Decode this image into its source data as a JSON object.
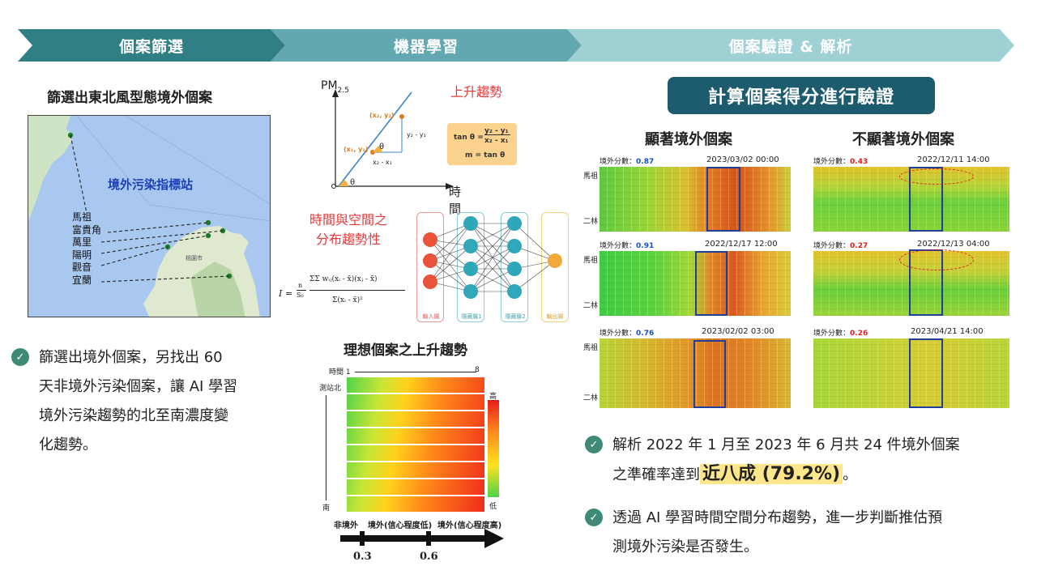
{
  "banner": {
    "step1": "個案篩選",
    "step2": "機器學習",
    "step3": "個案驗證 & 解析"
  },
  "left": {
    "title": "篩選出東北風型態境外個案",
    "map_title": "境外污染指標站",
    "map_city_label": "桃園市",
    "stations": [
      "馬祖",
      "富貴角",
      "萬里",
      "陽明",
      "觀音",
      "宜蘭"
    ],
    "bullet": [
      "篩選出境外個案，另找出 60",
      "天非境外污染個案，讓 AI 學習",
      "境外污染趨勢的北至南濃度變",
      "化趨勢。"
    ]
  },
  "middle": {
    "y_axis": "PM",
    "y_axis_sub": "2.5",
    "x_axis": "時間",
    "trend_label": "上升趨勢",
    "p2": "(x₂, y₂)",
    "p1": "(x₁, y₁)",
    "dy": "y₂ - y₁",
    "dx": "x₂ - x₁",
    "theta": "θ",
    "origin": "o",
    "formula_tan_lhs": "tan θ =",
    "formula_tan_num": "y₂ - y₁",
    "formula_tan_den": "x₂ - x₁",
    "formula_m": "m = tan θ",
    "spatial_label_1": "時間與空間之",
    "spatial_label_2": "分布趨勢性",
    "moran_lhs": "I =",
    "moran_num": "ΣΣ wᵢⱼ(xᵢ - x̄)(xⱼ - x̄)",
    "moran_den": "Σ(xᵢ - x̄)²",
    "moran_n": "n",
    "moran_s0": "S₀",
    "nn_input": "輸入層",
    "nn_hidden1": "隱藏層1",
    "nn_hidden2": "隱藏層2",
    "nn_output": "輸出層",
    "ideal_title": "理想個案之上升趨勢",
    "ideal_time": "時間 1",
    "ideal_time_end": "8",
    "ideal_north": "測站北",
    "ideal_south": "南",
    "ideal_high": "高",
    "ideal_low": "低",
    "scale_labels": [
      "非境外",
      "境外(信心程度低)",
      "境外(信心程度高)"
    ],
    "scale_ticks": [
      "0.3",
      "0.6"
    ]
  },
  "right": {
    "title": "計算個案得分進行驗證",
    "sig_title": "顯著境外個案",
    "nonsig_title": "不顯著境外個案",
    "score_label": "境外分數：",
    "station_top": "馬祖",
    "station_bottom": "二林",
    "sig_cases": [
      {
        "score": "0.87",
        "time": "2023/03/02  00:00"
      },
      {
        "score": "0.91",
        "time": "2022/12/17  12:00"
      },
      {
        "score": "0.76",
        "time": "2023/02/02  03:00"
      }
    ],
    "nonsig_cases": [
      {
        "score": "0.43",
        "time": "2022/12/11  14:00"
      },
      {
        "score": "0.27",
        "time": "2022/12/13  04:00"
      },
      {
        "score": "0.26",
        "time": "2023/04/21  14:00"
      }
    ],
    "bullet1_line1": "解析 2022 年 1 月至 2023 年 6 月共 24 件境外個案",
    "bullet1_line2_pre": "之準確率達到",
    "bullet1_highlight": "近八成 (79.2%)",
    "bullet1_line2_post": "。",
    "bullet2_line1": "透過 AI 學習時間空間分布趨勢，進一步判斷推估預",
    "bullet2_line2": "測境外污染是否發生。"
  },
  "colors": {
    "banner1": "#2f7f84",
    "banner2": "#63a8b0",
    "banner3": "#9ed0d4",
    "title_box": "#1d5c6e",
    "check": "#3f8a77",
    "highlight": "#fde68c"
  }
}
